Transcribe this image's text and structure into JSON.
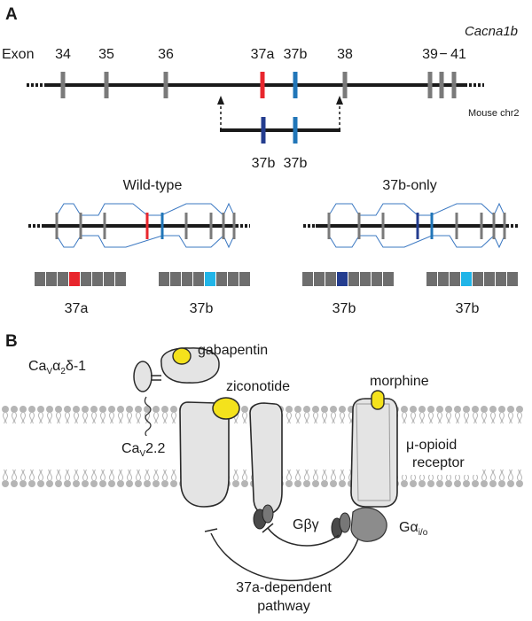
{
  "panel_a": {
    "letter": "A",
    "gene": "Cacna1b",
    "exon_heading": "Exon",
    "exons": [
      "34",
      "35",
      "36",
      "37a",
      "37b",
      "38",
      "39",
      "−",
      "41"
    ],
    "chromosome": "Mouse chr2",
    "insert_labels": [
      "37b",
      "37b"
    ],
    "genotypes": [
      {
        "title": "Wild-type",
        "transcripts": [
          "37a",
          "37b"
        ]
      },
      {
        "title": "37b-only",
        "transcripts": [
          "37b",
          "37b"
        ]
      }
    ]
  },
  "panel_b": {
    "letter": "B",
    "subunit_prefix": "Ca",
    "subunit_sub1": "V",
    "subunit_alpha": "α",
    "subunit_sub2": "2",
    "subunit_delta": "δ",
    "subunit_suffix": "-1",
    "gabapentin": "gabapentin",
    "ziconotide": "ziconotide",
    "morphine": "morphine",
    "channel_prefix": "Ca",
    "channel_sub": "V",
    "channel_suffix": "2.2",
    "receptor_line1": "μ-opioid",
    "receptor_line2": "receptor",
    "gbg": "Gβγ",
    "galpha": "Gα",
    "galpha_sub": "i/o",
    "pathway_line1": "37a-dependent",
    "pathway_line2": "pathway"
  },
  "colors": {
    "exon_grey": "#7a7a7a",
    "exon_37a_red": "#e8262d",
    "exon_37b_blue": "#2176b8",
    "exon_37b_dark": "#243d8f",
    "block_grey": "#6e6e6e",
    "block_cyan": "#21b5e8",
    "splice_blue": "#3b78c2",
    "drug_yellow": "#f4e21c",
    "membrane_grey": "#bdbdbd",
    "protein_fill": "#e4e4e4"
  }
}
